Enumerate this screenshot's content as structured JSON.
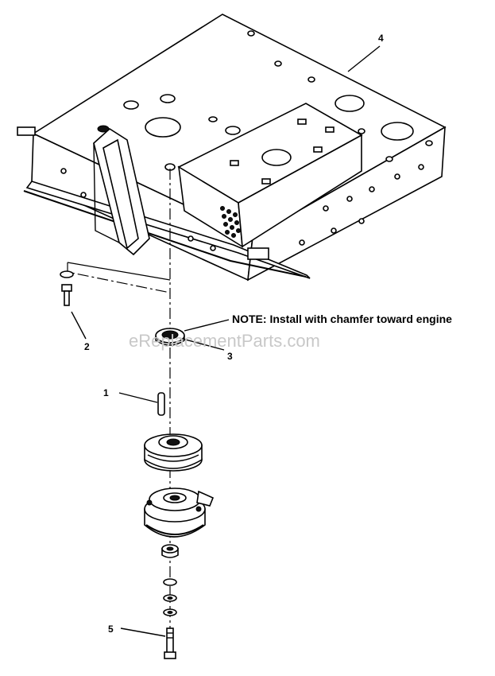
{
  "diagram": {
    "note": "NOTE:  Install with chamfer toward engine",
    "watermark": "eReplacementParts.com",
    "callouts": {
      "c1": "1",
      "c2": "2",
      "c3": "3",
      "c4": "4",
      "c5": "5"
    }
  }
}
